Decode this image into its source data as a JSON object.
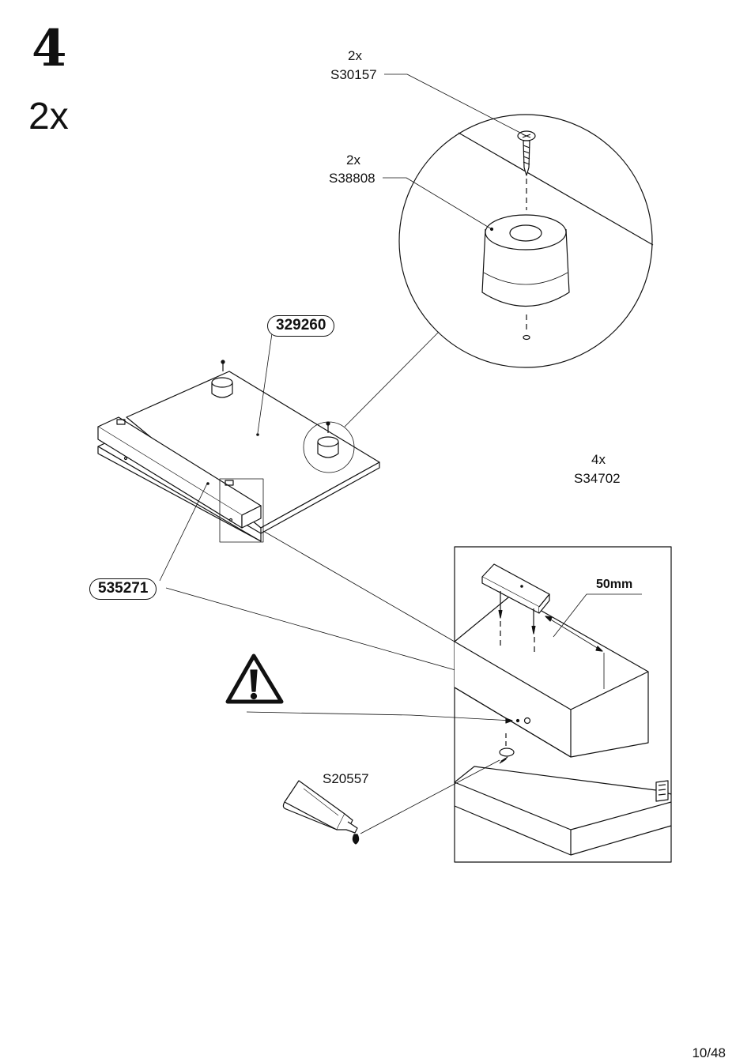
{
  "step": {
    "number": "4",
    "quantity": "2x"
  },
  "parts": {
    "screw": {
      "qty": "2x",
      "code": "S30157"
    },
    "foot": {
      "qty": "2x",
      "code": "S38808"
    },
    "pin_pad": {
      "qty": "4x",
      "code": "S34702"
    },
    "glue": {
      "code": "S20557"
    }
  },
  "panels": {
    "top_panel": "329260",
    "side_rail": "535271"
  },
  "dimension": "50mm",
  "page_number": "10/48",
  "icons": {
    "warning": "warning-triangle-icon",
    "glue_tube": "glue-tube-icon"
  }
}
